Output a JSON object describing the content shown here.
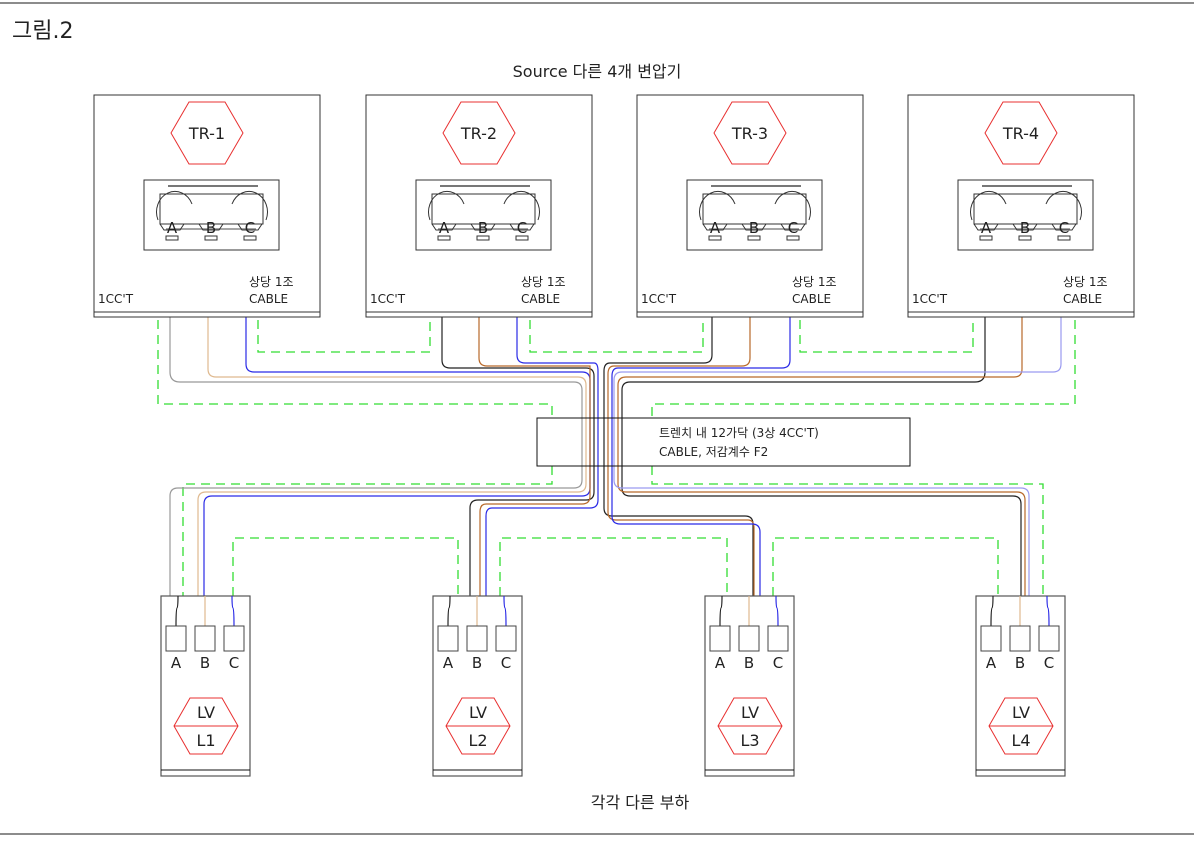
{
  "figure_label": "그림.2",
  "top_caption": "Source 다른 4개 변압기",
  "bottom_caption": "각각 다른 부하",
  "trench_note": {
    "line1": "트렌치 내 12가닥 (3상 4CC'T)",
    "line2": "CABLE, 저감계수 F2"
  },
  "transformers": [
    {
      "name": "TR-1",
      "circuit_label": "1CC'T",
      "cable_label_1": "상당 1조",
      "cable_label_2": "CABLE"
    },
    {
      "name": "TR-2",
      "circuit_label": "1CC'T",
      "cable_label_1": "상당 1조",
      "cable_label_2": "CABLE"
    },
    {
      "name": "TR-3",
      "circuit_label": "1CC'T",
      "cable_label_1": "상당 1조",
      "cable_label_2": "CABLE"
    },
    {
      "name": "TR-4",
      "circuit_label": "1CC'T",
      "cable_label_1": "상당 1조",
      "cable_label_2": "CABLE"
    }
  ],
  "phases": [
    "A",
    "B",
    "C"
  ],
  "loads": [
    {
      "top": "LV",
      "bottom": "L1"
    },
    {
      "top": "LV",
      "bottom": "L2"
    },
    {
      "top": "LV",
      "bottom": "L3"
    },
    {
      "top": "LV",
      "bottom": "L4"
    }
  ],
  "colors": {
    "phase_a": "#222222",
    "phase_a_alt": "#999999",
    "phase_b": "#b8692a",
    "phase_b_alt": "#dfb98f",
    "phase_c": "#2a2ae6",
    "phase_c_alt": "#9a9af0",
    "ground_dashed": "#33dd33",
    "hexagon": "#e83030",
    "frame": "#333333"
  }
}
